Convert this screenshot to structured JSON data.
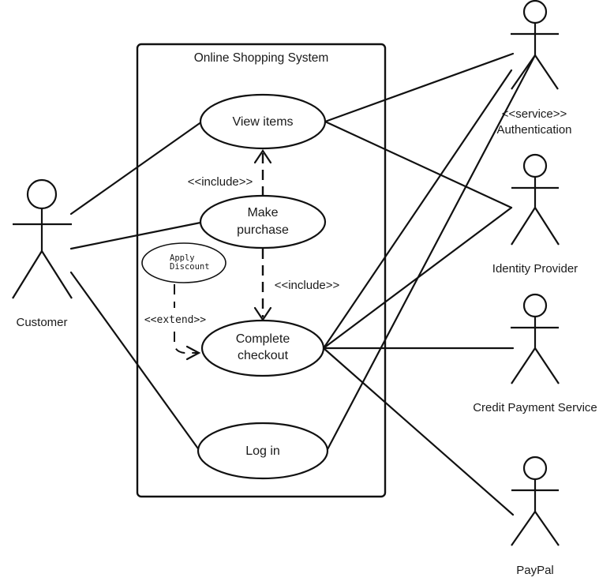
{
  "system": {
    "title": "Online Shopping System"
  },
  "use_cases": {
    "view_items": "View items",
    "make_purchase": [
      "Make",
      "purchase"
    ],
    "apply_discount": [
      "Apply",
      "Discount"
    ],
    "complete_checkout": [
      "Complete",
      "checkout"
    ],
    "log_in": "Log in"
  },
  "relationships": {
    "include_1": "<<include>>",
    "include_2": "<<include>>",
    "extend": "<<extend>>"
  },
  "actors": {
    "customer": "Customer",
    "authentication": {
      "stereotype": "<<service>>",
      "name": "Authentication"
    },
    "identity_provider": "Identity Provider",
    "credit_payment_service": "Credit Payment Service",
    "paypal": "PayPal"
  },
  "associations": [
    {
      "from": "Customer",
      "to": "View items"
    },
    {
      "from": "Customer",
      "to": "Make purchase"
    },
    {
      "from": "Customer",
      "to": "Log in"
    },
    {
      "from": "View items",
      "to": "Authentication"
    },
    {
      "from": "View items",
      "to": "Identity Provider"
    },
    {
      "from": "Complete checkout",
      "to": "Authentication"
    },
    {
      "from": "Complete checkout",
      "to": "Identity Provider"
    },
    {
      "from": "Complete checkout",
      "to": "Credit Payment Service"
    },
    {
      "from": "Complete checkout",
      "to": "PayPal"
    },
    {
      "from": "Log in",
      "to": "Authentication"
    }
  ],
  "dependencies": [
    {
      "type": "include",
      "from": "Make purchase",
      "to": "View items"
    },
    {
      "type": "include",
      "from": "Make purchase",
      "to": "Complete checkout"
    },
    {
      "type": "extend",
      "from": "Apply Discount",
      "to": "Complete checkout"
    }
  ]
}
